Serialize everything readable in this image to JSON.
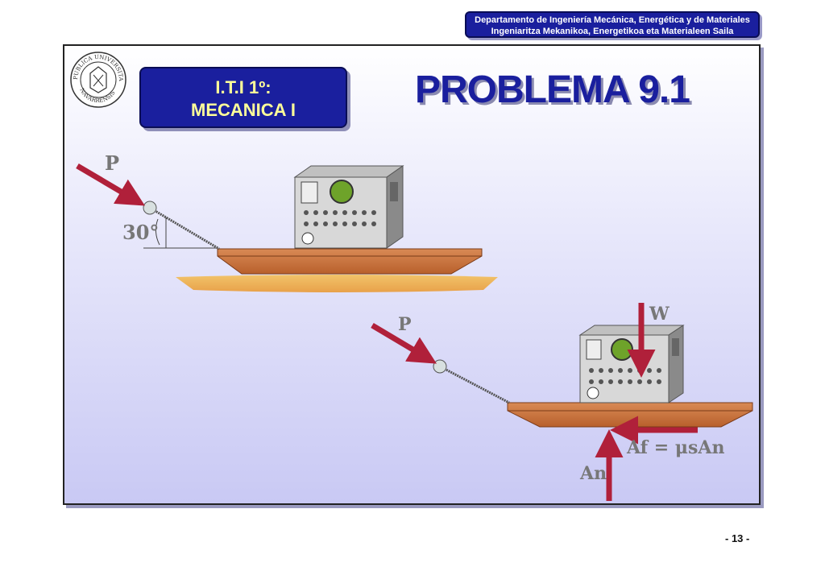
{
  "header": {
    "department_line1": "Departamento de Ingeniería Mecánica, Energética y de Materiales",
    "department_line2": "Ingeniaritza Mekanikoa, Energetikoa eta Materialeen Saila"
  },
  "seal": {
    "text_top": "PUBLICA UNIVERSITAS",
    "text_bottom": "NAVARRENSIS"
  },
  "course": {
    "line1": "I.T.I 1º:",
    "line2": "MECANICA I"
  },
  "title": "PROBLEMA 9.1",
  "figure_top": {
    "force_label": "P",
    "angle_label": "30°"
  },
  "figure_bottom": {
    "force_P_label": "P",
    "weight_label": "W",
    "friction_label": "Af = μsAn",
    "normal_label": "An"
  },
  "page_number": "- 13 -",
  "colors": {
    "accent": "#1a1f9e",
    "course_text": "#ffff99",
    "arrow": "#b0203a",
    "platform": "#c8703a"
  }
}
